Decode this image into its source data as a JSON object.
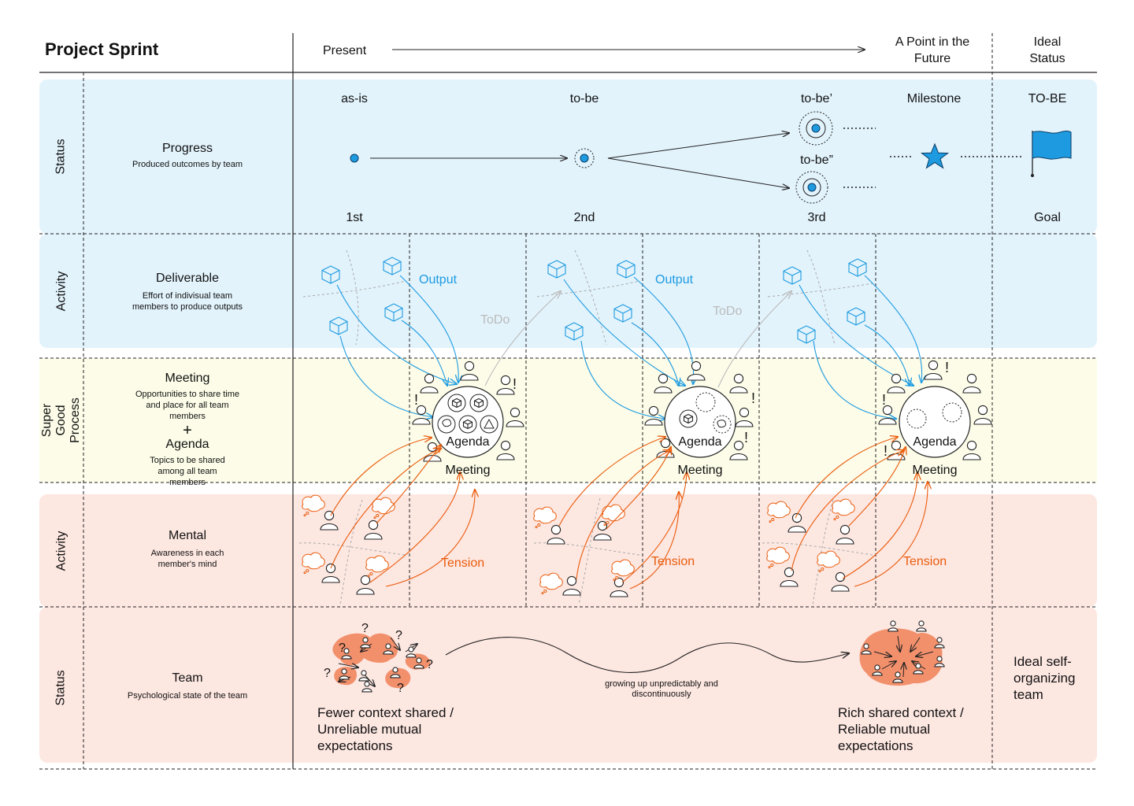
{
  "title": "Project Sprint",
  "header": {
    "present": "Present",
    "future": "A Point in the Future",
    "ideal": "Ideal Status"
  },
  "rows": {
    "status_top": "Status",
    "activity_top": "Activity",
    "process": "Super Good Process",
    "activity_bottom": "Activity",
    "status_bottom": "Status"
  },
  "categories": {
    "progress": {
      "title": "Progress",
      "desc": "Produced outcomes by team"
    },
    "deliverable": {
      "title": "Deliverable",
      "desc": "Effort of indivisual team members to produce outputs"
    },
    "meeting": {
      "title": "Meeting",
      "desc": "Opportunities to share time and place for all team members"
    },
    "plus": "+",
    "agenda": {
      "title": "Agenda",
      "desc": "Topics to be shared among all team members"
    },
    "mental": {
      "title": "Mental",
      "desc": "Awareness in each member's mind"
    },
    "team": {
      "title": "Team",
      "desc": "Psychological state of the team"
    }
  },
  "progress": {
    "asis": "as-is",
    "tobe": "to-be",
    "tobe1": "to-be’",
    "tobe2": "to-be”",
    "milestone": "Milestone",
    "target": "TO-BE",
    "sprint1": "1st",
    "sprint2": "2nd",
    "sprint3": "3rd",
    "goal": "Goal"
  },
  "labels": {
    "output": "Output",
    "todo": "ToDo",
    "agenda": "Agenda",
    "meeting": "Meeting",
    "tension": "Tension",
    "exclaim": "!",
    "question": "?"
  },
  "team": {
    "before": "Fewer context shared / Unreliable mutual expectations",
    "growth": "growing up unpredictably and discontinuously",
    "after": "Rich shared context / Reliable mutual expectations",
    "ideal": "Ideal self-organizing team"
  },
  "colors": {
    "blue_band": "#e2f3fc",
    "yellow_band": "#fcfce8",
    "pink_band": "#fde7e1",
    "accent_blue": "#1e9be0",
    "accent_orange": "#ea5b0c",
    "blob": "#f2906c"
  }
}
